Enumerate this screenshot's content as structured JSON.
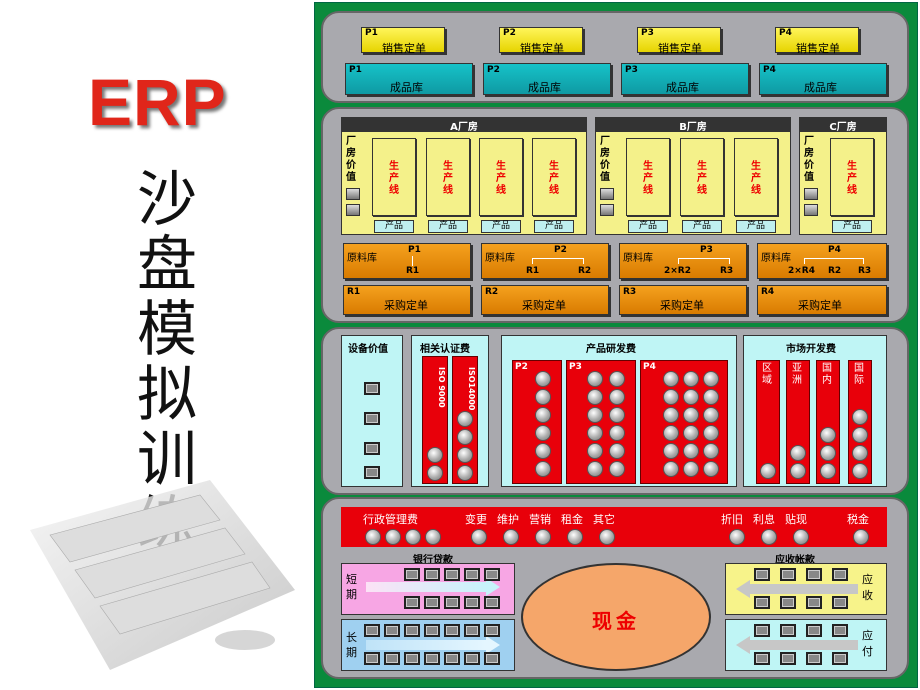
{
  "title": {
    "brand": "ERP",
    "chars": [
      "沙",
      "盘",
      "模",
      "拟",
      "训",
      "练"
    ]
  },
  "orders": [
    {
      "code": "P1",
      "label": "销售定单"
    },
    {
      "code": "P2",
      "label": "销售定单"
    },
    {
      "code": "P3",
      "label": "销售定单"
    },
    {
      "code": "P4",
      "label": "销售定单"
    }
  ],
  "warehouse": [
    {
      "code": "P1",
      "label": "成品库"
    },
    {
      "code": "P2",
      "label": "成品库"
    },
    {
      "code": "P3",
      "label": "成品库"
    },
    {
      "code": "P4",
      "label": "成品库"
    }
  ],
  "factories": [
    {
      "name": "A厂房",
      "value_label": "厂房价值",
      "lines": 4
    },
    {
      "name": "B厂房",
      "value_label": "厂房价值",
      "lines": 3
    },
    {
      "name": "C厂房",
      "value_label": "厂房价值",
      "lines": 1
    }
  ],
  "line_label": "生产线",
  "product_label": "产品",
  "raw": [
    {
      "label": "原料库",
      "code": "P1",
      "parts": [
        "R1"
      ]
    },
    {
      "label": "原料库",
      "code": "P2",
      "parts": [
        "R1",
        "R2"
      ]
    },
    {
      "label": "原料库",
      "code": "P3",
      "parts": [
        "2×R2",
        "R3"
      ]
    },
    {
      "label": "原料库",
      "code": "P4",
      "parts": [
        "2×R4",
        "R2",
        "R3"
      ]
    }
  ],
  "purchase": [
    {
      "code": "R1",
      "label": "采购定单"
    },
    {
      "code": "R2",
      "label": "采购定单"
    },
    {
      "code": "R3",
      "label": "采购定单"
    },
    {
      "code": "R4",
      "label": "采购定单"
    }
  ],
  "equipment": "设备价值",
  "cert": {
    "title": "相关认证费",
    "items": [
      "ISO 9000",
      "ISO14000"
    ]
  },
  "rnd": {
    "title": "产品研发费",
    "items": [
      "P2",
      "P3",
      "P4"
    ]
  },
  "market": {
    "title": "市场开发费",
    "items": [
      "区域",
      "亚洲",
      "国内",
      "国际"
    ]
  },
  "expenses": [
    "行政管理费",
    "变更",
    "维护",
    "营销",
    "租金",
    "其它",
    "折旧",
    "利息",
    "贴现",
    "税金"
  ],
  "loans": {
    "title": "银行贷款",
    "short": "短期",
    "long": "长期"
  },
  "receivable": {
    "title": "应收帐款",
    "in": "应收",
    "out": "应付"
  },
  "cash": "现金"
}
